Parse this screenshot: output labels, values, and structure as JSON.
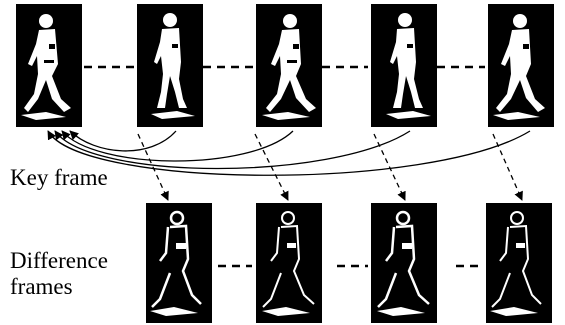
{
  "labels": {
    "key_frame": "Key frame",
    "difference_frames": "Difference\nframes"
  },
  "top_frames": [
    {
      "kind": "key"
    },
    {
      "kind": "silhouette"
    },
    {
      "kind": "silhouette"
    },
    {
      "kind": "silhouette"
    },
    {
      "kind": "silhouette"
    }
  ],
  "bottom_frames": [
    {
      "kind": "difference"
    },
    {
      "kind": "difference"
    },
    {
      "kind": "difference"
    },
    {
      "kind": "difference"
    }
  ],
  "colors": {
    "frame_background": "#000000",
    "figure": "#ffffff",
    "connector": "#000000"
  }
}
